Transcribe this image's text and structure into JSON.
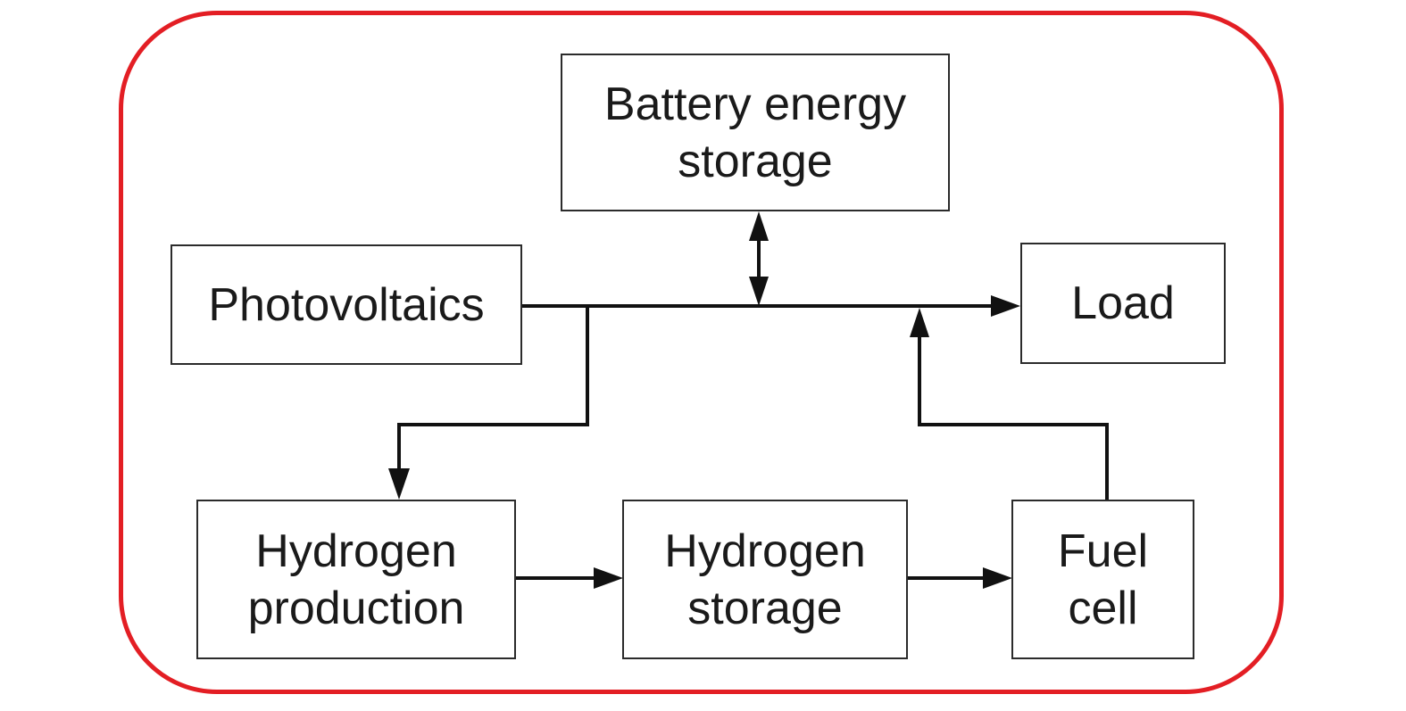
{
  "diagram": {
    "title": "Photovoltaic-hydrogen-battery hybrid energy system",
    "frame_color": "#e31e24",
    "line_color": "#111111",
    "nodes": {
      "battery": {
        "line1": "Battery energy",
        "line2": "storage"
      },
      "pv": {
        "line1": "Photovoltaics"
      },
      "load": {
        "line1": "Load"
      },
      "h2prod": {
        "line1": "Hydrogen",
        "line2": "production"
      },
      "h2store": {
        "line1": "Hydrogen",
        "line2": "storage"
      },
      "fuelcell": {
        "line1": "Fuel",
        "line2": "cell"
      }
    },
    "edges": [
      {
        "from": "Photovoltaics",
        "to": "Load",
        "type": "arrow"
      },
      {
        "from": "Battery energy storage",
        "to": "bus",
        "type": "bidirectional"
      },
      {
        "from": "Photovoltaics",
        "to": "Hydrogen production",
        "type": "arrow"
      },
      {
        "from": "Hydrogen production",
        "to": "Hydrogen storage",
        "type": "arrow"
      },
      {
        "from": "Hydrogen storage",
        "to": "Fuel cell",
        "type": "arrow"
      },
      {
        "from": "Fuel cell",
        "to": "Load",
        "type": "arrow"
      }
    ]
  }
}
